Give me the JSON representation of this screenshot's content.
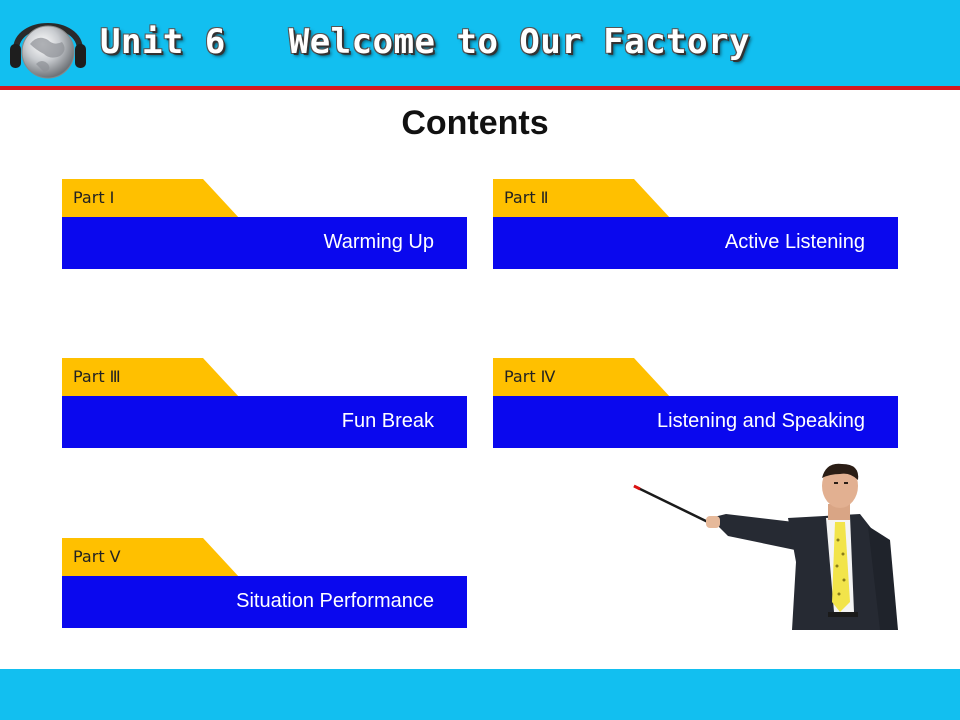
{
  "header": {
    "title": "Unit 6   Welcome to Our Factory"
  },
  "heading": "Contents",
  "parts": [
    {
      "tab": "Part Ⅰ",
      "label": "Warming Up"
    },
    {
      "tab": "Part Ⅱ",
      "label": "Active Listening"
    },
    {
      "tab": "Part Ⅲ",
      "label": "Fun Break"
    },
    {
      "tab": "Part Ⅳ",
      "label": "Listening and Speaking"
    },
    {
      "tab": "Part Ⅴ",
      "label": "Situation Performance"
    }
  ],
  "colors": {
    "header": "#12bff0",
    "rule": "#d6181f",
    "tab": "#ffc000",
    "bar": "#0a08ee"
  },
  "icons": {
    "logo": "globe-headphones-icon",
    "illustration": "teacher-with-pointer"
  }
}
